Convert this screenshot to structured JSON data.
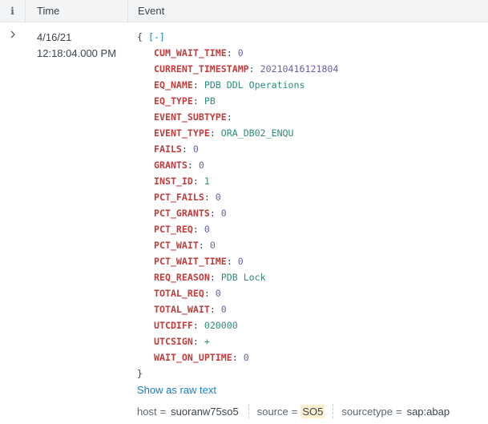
{
  "header": {
    "info_icon": "i",
    "time_label": "Time",
    "event_label": "Event"
  },
  "row": {
    "expand_icon": "chevron-right-icon",
    "date": "4/16/21",
    "time": "12:18:04.000 PM",
    "json_open": "{",
    "collapse_label": "[-]",
    "json_close": "}",
    "fields": [
      {
        "key": "CUM_WAIT_TIME",
        "value": "0",
        "type": "num"
      },
      {
        "key": "CURRENT_TIMESTAMP",
        "value": "20210416121804",
        "type": "num"
      },
      {
        "key": "EQ_NAME",
        "value": "PDB DDL Operations",
        "type": "str"
      },
      {
        "key": "EQ_TYPE",
        "value": "PB",
        "type": "str"
      },
      {
        "key": "EVENT_SUBTYPE",
        "value": "",
        "type": "str"
      },
      {
        "key": "EVENT_TYPE",
        "value": "ORA_DB02_ENQU",
        "type": "str"
      },
      {
        "key": "FAILS",
        "value": "0",
        "type": "num"
      },
      {
        "key": "GRANTS",
        "value": "0",
        "type": "num"
      },
      {
        "key": "INST_ID",
        "value": "1",
        "type": "str"
      },
      {
        "key": "PCT_FAILS",
        "value": "0",
        "type": "num"
      },
      {
        "key": "PCT_GRANTS",
        "value": "0",
        "type": "num"
      },
      {
        "key": "PCT_REQ",
        "value": "0",
        "type": "num"
      },
      {
        "key": "PCT_WAIT",
        "value": "0",
        "type": "num"
      },
      {
        "key": "PCT_WAIT_TIME",
        "value": "0",
        "type": "num"
      },
      {
        "key": "REQ_REASON",
        "value": "PDB Lock",
        "type": "str"
      },
      {
        "key": "TOTAL_REQ",
        "value": "0",
        "type": "num"
      },
      {
        "key": "TOTAL_WAIT",
        "value": "0",
        "type": "num"
      },
      {
        "key": "UTCDIFF",
        "value": "020000",
        "type": "str"
      },
      {
        "key": "UTCSIGN",
        "value": "+",
        "type": "str"
      },
      {
        "key": "WAIT_ON_UPTIME",
        "value": "0",
        "type": "num"
      }
    ],
    "show_raw_label": "Show as raw text",
    "meta": [
      {
        "name": "host",
        "value": "suoranw75so5",
        "highlight": false
      },
      {
        "name": "source",
        "value": "SO5",
        "highlight": true
      },
      {
        "name": "sourcetype",
        "value": "sap:abap",
        "highlight": false
      }
    ]
  },
  "colors": {
    "key": "#c23b3b",
    "number": "#6b5fa6",
    "string": "#2e8b7d",
    "link": "#1a7dc4",
    "highlight": "#fdefd0"
  }
}
